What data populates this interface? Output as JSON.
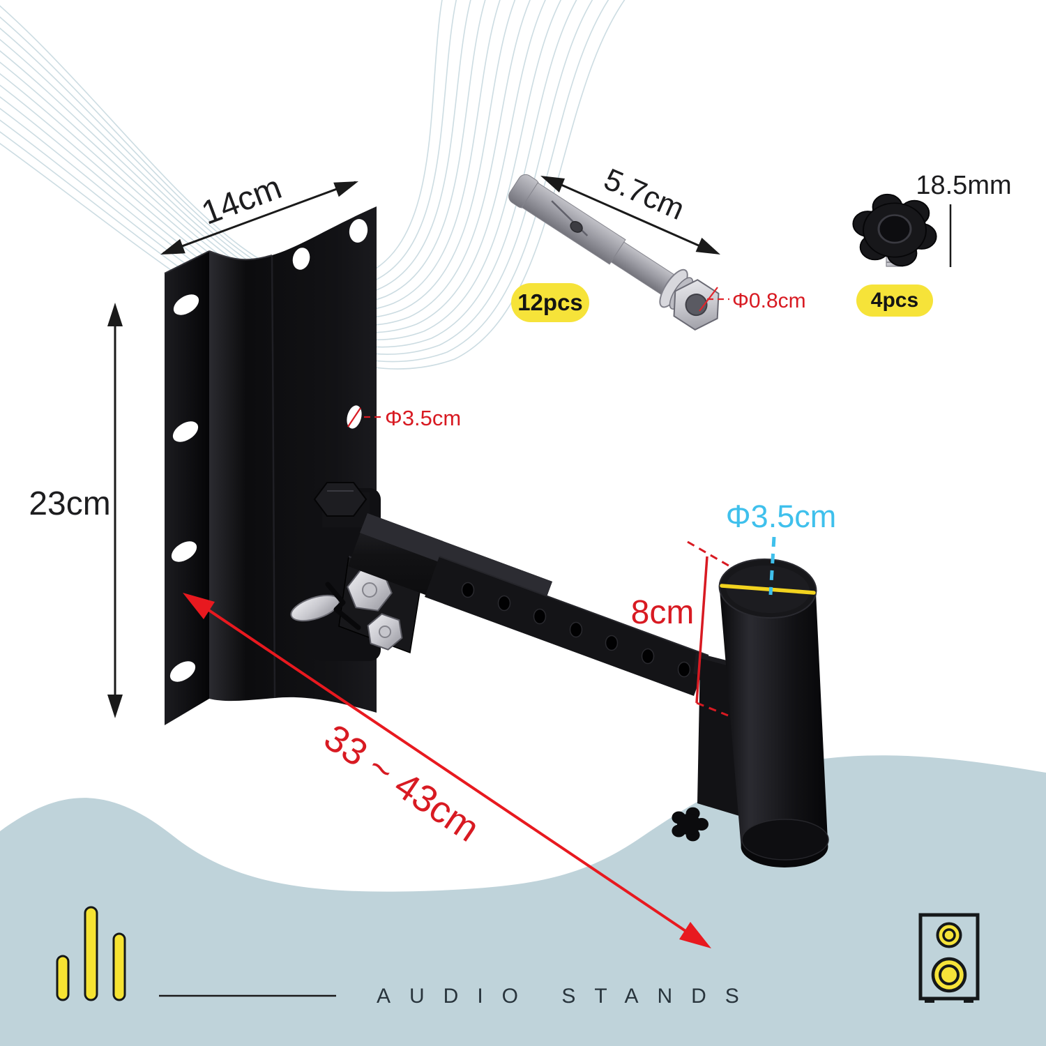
{
  "bracket": {
    "width_label": "14cm",
    "height_label": "23cm",
    "hole_diameter_label": "Φ3.5cm",
    "arm_length_label": "33 ~ 43cm"
  },
  "pole": {
    "diameter_label": "Φ3.5cm",
    "height_label": "8cm"
  },
  "anchor_bolt": {
    "length_label": "5.7cm",
    "diameter_label": "Φ0.8cm",
    "quantity_badge": "12pcs"
  },
  "knob": {
    "size_label": "18.5mm",
    "quantity_badge": "4pcs"
  },
  "footer": {
    "brand_text": "AUDIO STANDS"
  },
  "icons": [
    "audio-bars-icon",
    "speaker-icon"
  ],
  "colors": {
    "dimension_red": "#d81a22",
    "accent_cyan": "#3fc0ec",
    "badge_yellow": "#f6e339",
    "wave_blue": "#bfd3da",
    "swoosh_line": "#ccdce2",
    "highlight_yellow": "#f2d31f",
    "line_black": "#1a1a1a"
  }
}
